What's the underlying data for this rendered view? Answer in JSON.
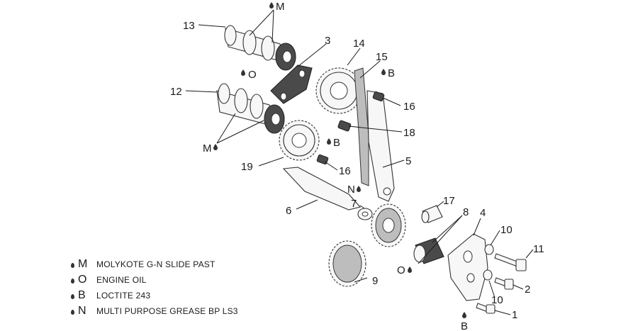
{
  "callouts": {
    "c1": "1",
    "c2": "2",
    "c3": "3",
    "c4": "4",
    "c5": "5",
    "c6": "6",
    "c7": "7",
    "c8": "8",
    "c9": "9",
    "c10a": "10",
    "c10b": "10",
    "c11": "11",
    "c12": "12",
    "c13": "13",
    "c14": "14",
    "c15": "15",
    "c16a": "16",
    "c16b": "16",
    "c17": "17",
    "c18": "18",
    "c19": "19"
  },
  "markers": {
    "m_top": "M",
    "o_mid": "O",
    "m_left": "M",
    "b_right": "B",
    "b_mid": "B",
    "n_mid": "N",
    "o_bottom": "O",
    "b_bottom": "B"
  },
  "legend": [
    {
      "symbol": "M",
      "text": "MOLYKOTE G-N SLIDE PAST"
    },
    {
      "symbol": "O",
      "text": "ENGINE OIL"
    },
    {
      "symbol": "B",
      "text": "LOCTITE 243"
    },
    {
      "symbol": "N",
      "text": "MULTI PURPOSE GREASE BP LS3"
    }
  ]
}
